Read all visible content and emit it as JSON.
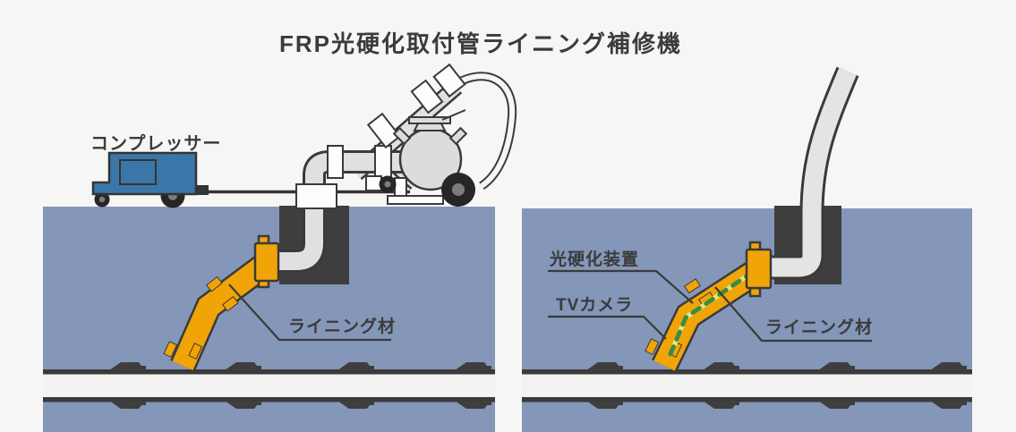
{
  "title": "FRP光硬化取付管ライニング補修機",
  "left_panel": {
    "labels": {
      "compressor": "コンプレッサー",
      "lining": "ライニング材"
    }
  },
  "right_panel": {
    "labels": {
      "curing_device": "光硬化装置",
      "tv_camera": "TVカメラ",
      "lining": "ライニング材"
    }
  },
  "colors": {
    "background": "#f6f6f5",
    "ground": "#8497b9",
    "manhole": "#3e3e3e",
    "lining_orange": "#f1a408",
    "compressor_blue": "#3b76a9",
    "curing_light_green": "#3d8b3d",
    "curing_light_yellow": "#e4e680",
    "text": "#3b3b3b",
    "sewer_pipe": "#f3f3f2"
  }
}
